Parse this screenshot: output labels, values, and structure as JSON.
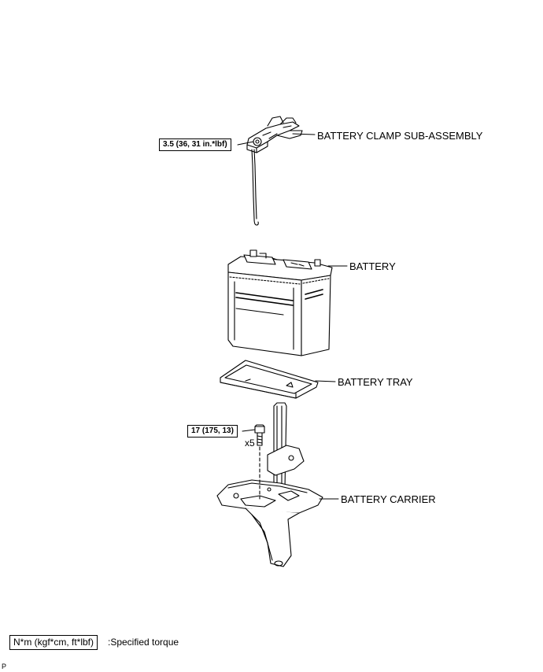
{
  "parts": {
    "clamp": "BATTERY CLAMP SUB-ASSEMBLY",
    "battery": "BATTERY",
    "tray": "BATTERY TRAY",
    "carrier": "BATTERY CARRIER"
  },
  "torques": {
    "clamp_bolt": "3.5 (36, 31 in.*lbf)",
    "carrier_bolt": "17 (175, 13)"
  },
  "quantity": "x5",
  "legend": {
    "unit_box": "N*m (kgf*cm, ft*lbf)",
    "description": ":Specified torque"
  },
  "corner_mark": "P"
}
